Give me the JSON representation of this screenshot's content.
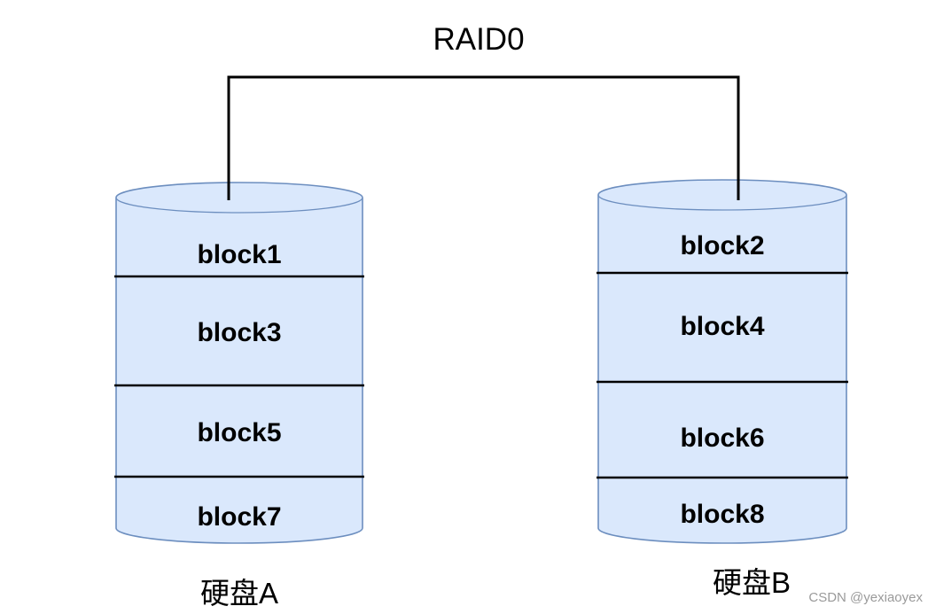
{
  "title": "RAID0",
  "watermark": "CSDN @yexiaoyex",
  "colors": {
    "cylinder_fill": "#dae8fc",
    "cylinder_stroke": "#6c8ebf",
    "connector_line": "#000000",
    "divider_line": "#000000",
    "label_text": "#000000",
    "watermark_text": "#9a9a9a"
  },
  "disks": [
    {
      "name": "硬盘A",
      "blocks": [
        "block1",
        "block3",
        "block5",
        "block7"
      ]
    },
    {
      "name": "硬盘B",
      "blocks": [
        "block2",
        "block4",
        "block6",
        "block8"
      ]
    }
  ]
}
